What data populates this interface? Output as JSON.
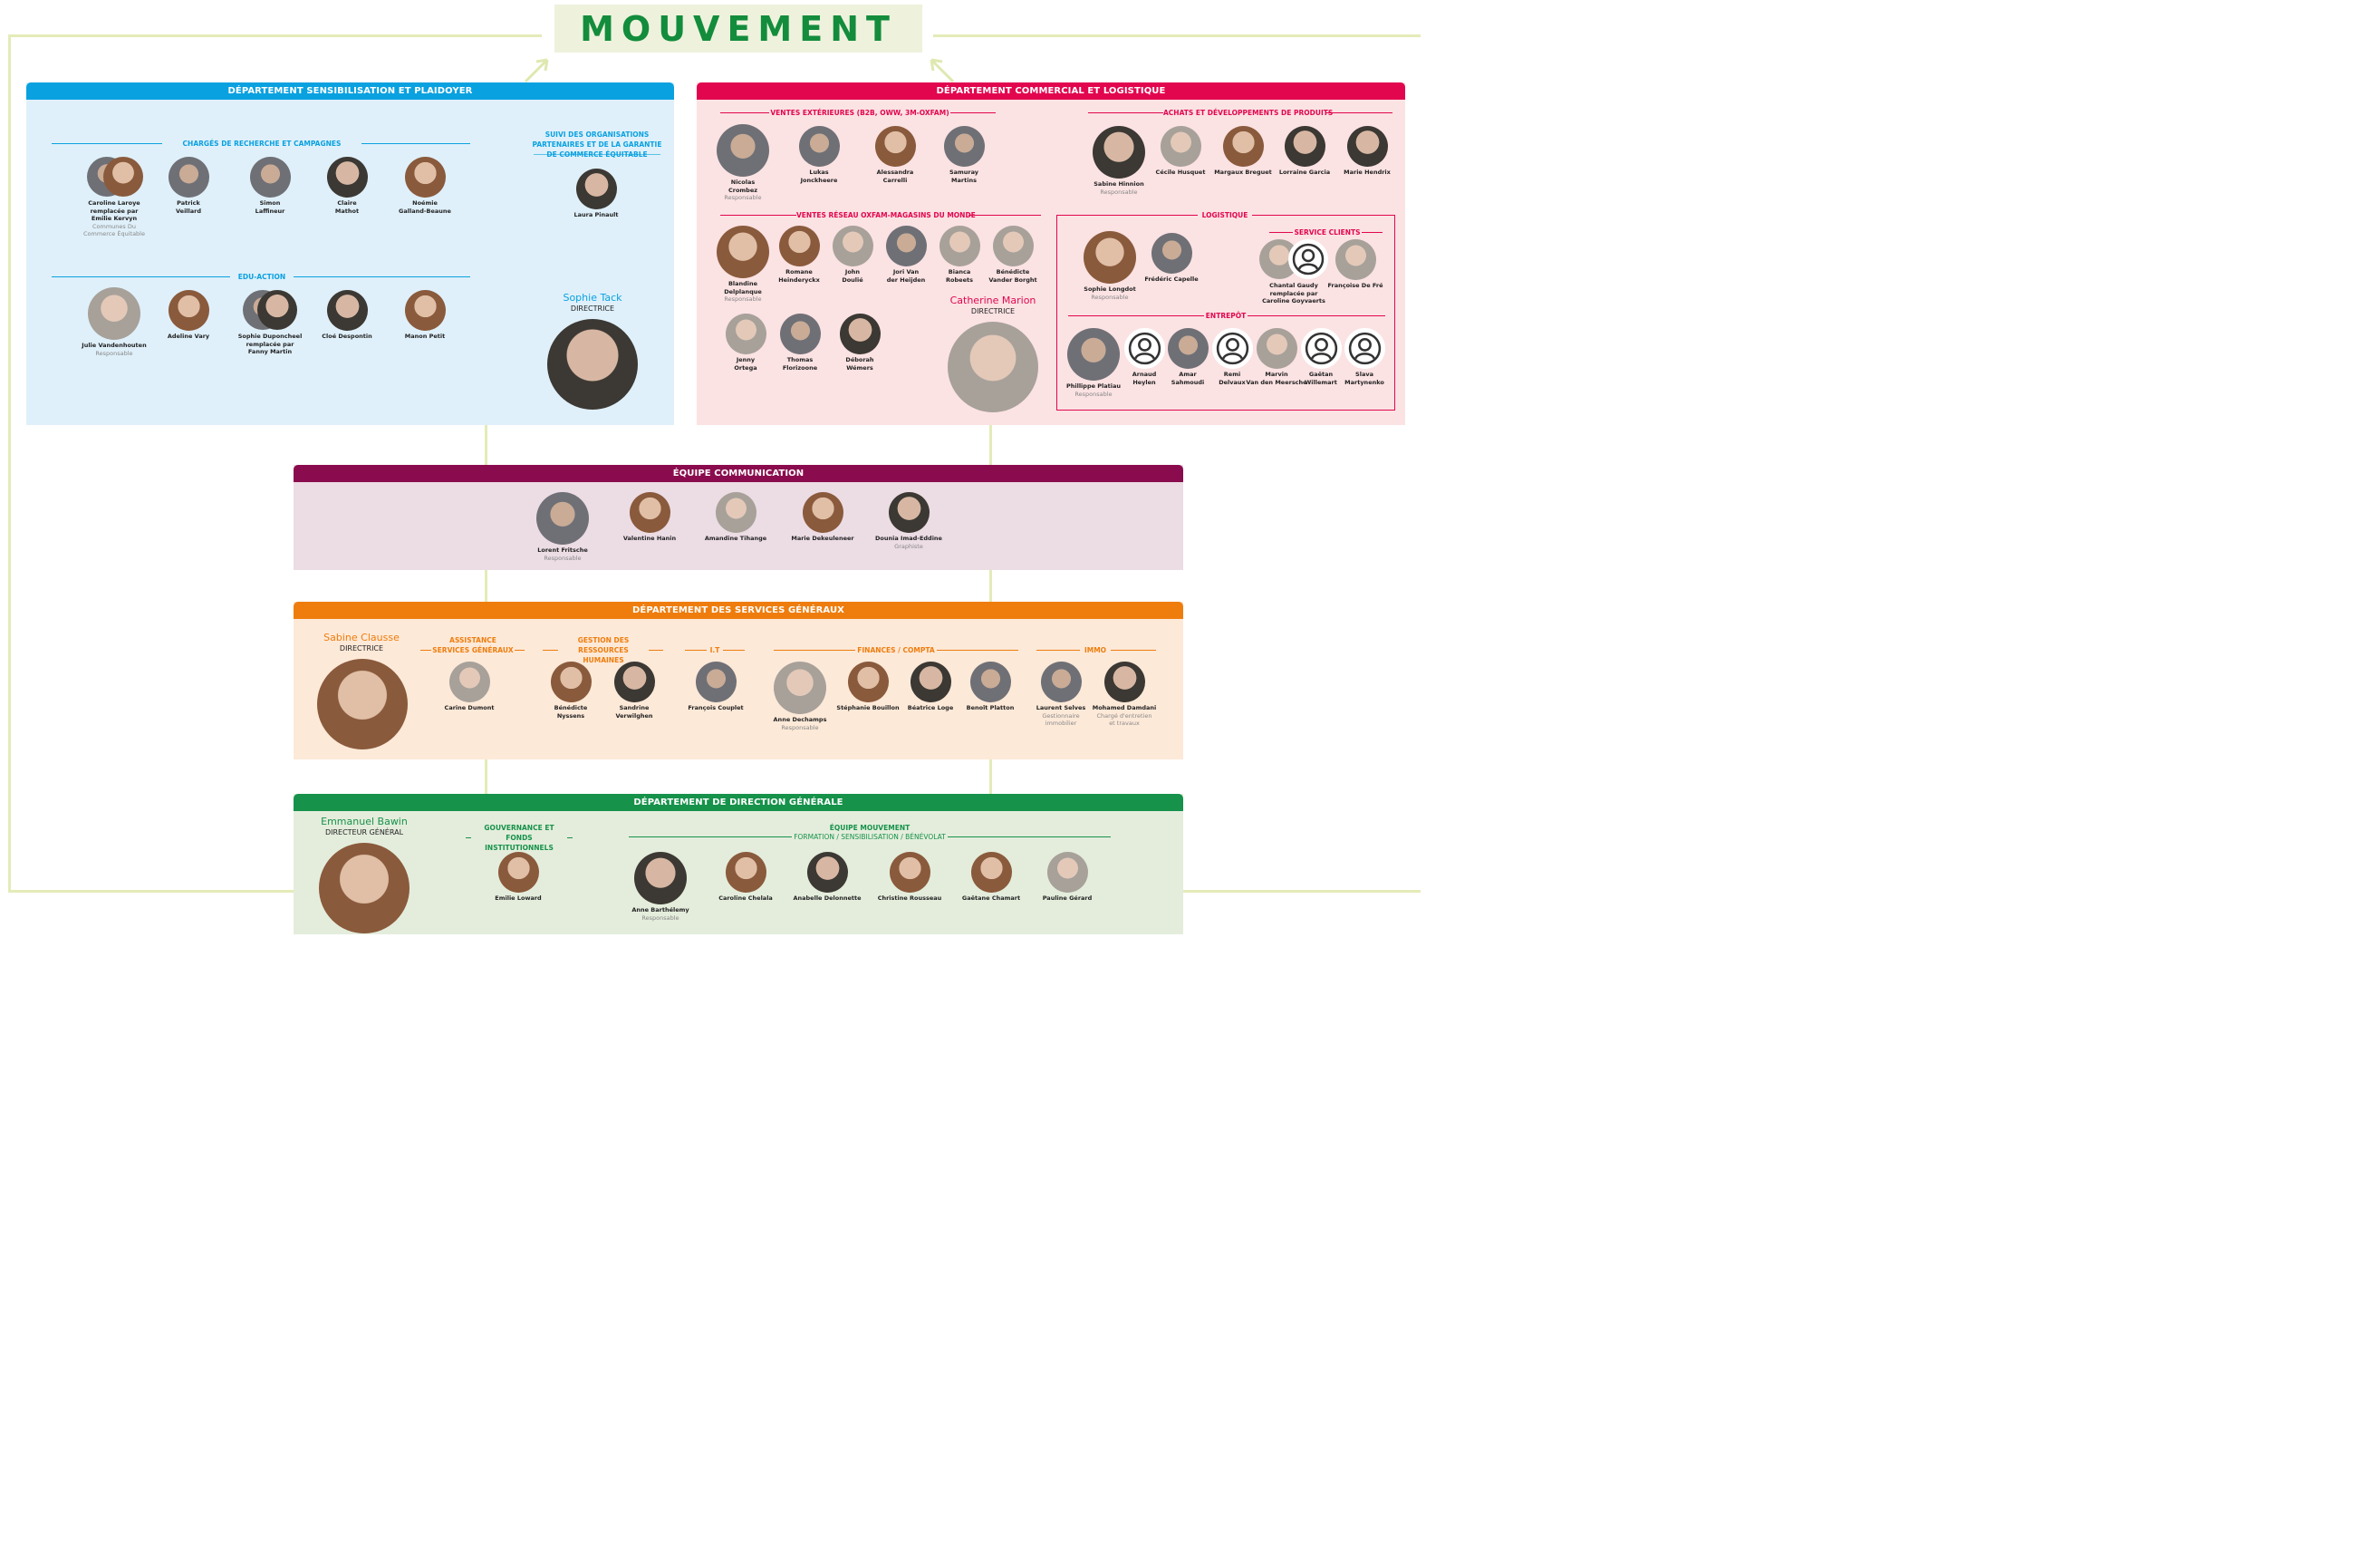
{
  "title": "MOUVEMENT",
  "departments": {
    "sensibilisation": {
      "header": "DÉPARTEMENT SENSIBILISATION ET PLAIDOYER",
      "color": "#0aa1e0",
      "bg": "#dff0fa",
      "recherche": {
        "label": "CHARGÉS DE RECHERCHE ET CAMPAGNES",
        "people": [
          {
            "name": "Caroline Laroye\nremplacée par\nEmilie Kervyn",
            "role": "Communes Du\nCommerce Équitable"
          },
          {
            "name": "Patrick\nVeillard",
            "role": ""
          },
          {
            "name": "Simon\nLaffineur",
            "role": ""
          },
          {
            "name": "Claire\nMathot",
            "role": ""
          },
          {
            "name": "Noémie\nGalland-Beaune",
            "role": ""
          }
        ]
      },
      "suivi": {
        "label": "SUIVI DES ORGANISATIONS\nPARTENAIRES ET DE LA GARANTIE\nDE COMMERCE ÉQUITABLE",
        "people": [
          {
            "name": "Laura Pinault",
            "role": ""
          }
        ]
      },
      "edu": {
        "label": "EDU-ACTION",
        "people": [
          {
            "name": "Julie Vandenhouten",
            "role": "Responsable"
          },
          {
            "name": "Adeline Vary",
            "role": ""
          },
          {
            "name": "Sophie Duponcheel\nremplacée par\nFanny Martin",
            "role": ""
          },
          {
            "name": "Cloé Despontin",
            "role": ""
          },
          {
            "name": "Manon  Petit",
            "role": ""
          }
        ]
      },
      "director": {
        "name": "Sophie Tack",
        "role": "DIRECTRICE"
      }
    },
    "commercial": {
      "header": "DÉPARTEMENT COMMERCIAL ET LOGISTIQUE",
      "color": "#e2064f",
      "bg": "#fbe2e3",
      "ventes_ext": {
        "label": "VENTES EXTÉRIEURES (B2B, OWW, 3M-OXFAM)",
        "people": [
          {
            "name": "Nicolas\nCrombez",
            "role": "Responsable"
          },
          {
            "name": "Lukas\nJonckheere",
            "role": ""
          },
          {
            "name": "Alessandra\nCarrelli",
            "role": ""
          },
          {
            "name": "Samuray\nMartins",
            "role": ""
          }
        ]
      },
      "achats": {
        "label": "ACHATS ET DÉVELOPPEMENTS DE PRODUITS",
        "people": [
          {
            "name": "Sabine Hinnion",
            "role": "Responsable"
          },
          {
            "name": "Cécile Husquet",
            "role": ""
          },
          {
            "name": "Margaux Breguet",
            "role": ""
          },
          {
            "name": "Lorraine Garcia",
            "role": ""
          },
          {
            "name": "Marie Hendrix",
            "role": ""
          }
        ]
      },
      "reseau": {
        "label": "VENTES RÉSEAU OXFAM-MAGASINS DU MONDE",
        "people": [
          {
            "name": "Blandine\nDelplanque",
            "role": "Responsable"
          },
          {
            "name": "Romane\nHeinderyckx",
            "role": ""
          },
          {
            "name": "John\nDoulié",
            "role": ""
          },
          {
            "name": "Jori Van\nder Heijden",
            "role": ""
          },
          {
            "name": "Bianca\nRobeets",
            "role": ""
          },
          {
            "name": "Bénédicte\nVander Borght",
            "role": ""
          },
          {
            "name": "Jenny\nOrtega",
            "role": ""
          },
          {
            "name": "Thomas\nFlorizoone",
            "role": ""
          },
          {
            "name": "Déborah\nWémers",
            "role": ""
          }
        ]
      },
      "logistique": {
        "label": "LOGISTIQUE",
        "people": [
          {
            "name": "Sophie Longdot",
            "role": "Responsable"
          },
          {
            "name": "Frédéric Capelle",
            "role": ""
          }
        ]
      },
      "service_clients": {
        "label": "SERVICE CLIENTS",
        "people": [
          {
            "name": "Chantal Gaudy\nremplacée par\nCaroline Goyvaerts",
            "role": ""
          },
          {
            "name": "Françoise De Fré",
            "role": ""
          }
        ]
      },
      "entrepot": {
        "label": "ENTREPÔT",
        "people": [
          {
            "name": "Phillippe Platiau",
            "role": "Responsable"
          },
          {
            "name": "Arnaud\nHeylen",
            "role": ""
          },
          {
            "name": "Amar\nSahmoudi",
            "role": ""
          },
          {
            "name": "Remi\nDelvaux",
            "role": ""
          },
          {
            "name": "Marvin\nVan den Meersche",
            "role": ""
          },
          {
            "name": "Gaëtan\nWillemart",
            "role": ""
          },
          {
            "name": "Slava\nMartynenko",
            "role": ""
          }
        ]
      },
      "director": {
        "name": "Catherine Marion",
        "role": "DIRECTRICE"
      }
    },
    "communication": {
      "header": "ÉQUIPE COMMUNICATION",
      "color": "#8a0c4e",
      "bg": "#ecdce4",
      "people": [
        {
          "name": "Lorent Fritsche",
          "role": "Responsable"
        },
        {
          "name": "Valentine Hanin",
          "role": ""
        },
        {
          "name": "Amandine Tihange",
          "role": ""
        },
        {
          "name": "Marie Dekeuleneer",
          "role": ""
        },
        {
          "name": "Dounia Imad-Eddine",
          "role": "Graphiste"
        }
      ]
    },
    "services": {
      "header": "DÉPARTEMENT DES SERVICES GÉNÉRAUX",
      "color": "#ee7d0e",
      "bg": "#fde9d8",
      "director": {
        "name": "Sabine Clausse",
        "role": "DIRECTRICE"
      },
      "assistance": {
        "label": "ASSISTANCE\nSERVICES GÉNÉRAUX",
        "people": [
          {
            "name": "Carine Dumont",
            "role": ""
          }
        ]
      },
      "rh": {
        "label": "GESTION DES\nRESSOURCES HUMAINES",
        "people": [
          {
            "name": "Bénédicte\nNyssens",
            "role": ""
          },
          {
            "name": "Sandrine\nVerwilghen",
            "role": ""
          }
        ]
      },
      "it": {
        "label": "I.T",
        "people": [
          {
            "name": "François Couplet",
            "role": ""
          }
        ]
      },
      "finances": {
        "label": "FINANCES / COMPTA",
        "people": [
          {
            "name": "Anne Dechamps",
            "role": "Responsable"
          },
          {
            "name": "Stéphanie Bouillon",
            "role": ""
          },
          {
            "name": "Béatrice Loge",
            "role": ""
          },
          {
            "name": "Benoît Platton",
            "role": ""
          }
        ]
      },
      "immo": {
        "label": "IMMO",
        "people": [
          {
            "name": "Laurent Selves",
            "role": "Gestionnaire\nimmobilier"
          },
          {
            "name": "Mohamed Damdani",
            "role": "Chargé d'entretien\net travaux"
          }
        ]
      }
    },
    "direction": {
      "header": "DÉPARTEMENT DE DIRECTION GÉNÉRALE",
      "color": "#16924a",
      "bg": "#e4eddc",
      "director": {
        "name": "Emmanuel Bawin",
        "role": "DIRECTEUR GÉNÉRAL"
      },
      "gouvernance": {
        "label": "GOUVERNANCE ET FONDS\nINSTITUTIONNELS",
        "people": [
          {
            "name": "Emilie Loward",
            "role": ""
          }
        ]
      },
      "mouvement": {
        "label": "ÉQUIPE MOUVEMENT",
        "sublabel": "FORMATION / SENSIBILISATION / BÉNÉVOLAT",
        "people": [
          {
            "name": "Anne Barthélemy",
            "role": "Responsable"
          },
          {
            "name": "Caroline Chelala",
            "role": ""
          },
          {
            "name": "Anabelle Delonnette",
            "role": ""
          },
          {
            "name": "Christine Rousseau",
            "role": ""
          },
          {
            "name": "Gaëtane Chamart",
            "role": ""
          },
          {
            "name": "Pauline Gérard",
            "role": ""
          }
        ]
      }
    }
  }
}
